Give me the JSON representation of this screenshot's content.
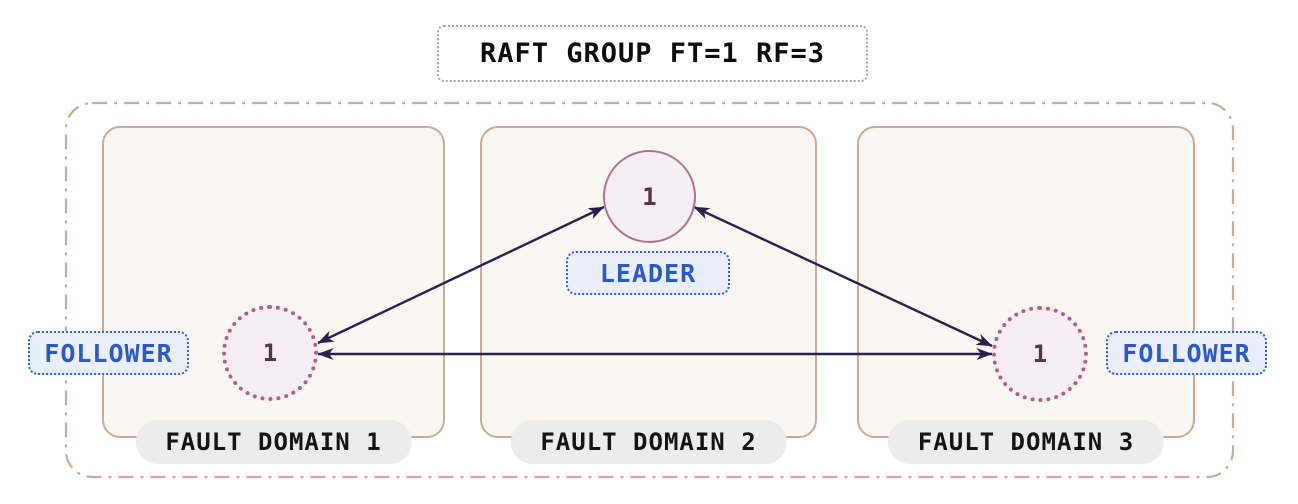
{
  "title": {
    "label": "RAFT GROUP FT=1 RF=3"
  },
  "group": {
    "fault_tolerance": "FT=1",
    "replication_factor": "RF=3"
  },
  "fault_domains": [
    {
      "label": "FAULT DOMAIN 1",
      "node": {
        "value": "1",
        "role": "FOLLOWER"
      }
    },
    {
      "label": "FAULT DOMAIN 2",
      "node": {
        "value": "1",
        "role": "LEADER"
      }
    },
    {
      "label": "FAULT DOMAIN 3",
      "node": {
        "value": "1",
        "role": "FOLLOWER"
      }
    }
  ],
  "edges": [
    {
      "from": "follower-fd1",
      "to": "leader-fd2",
      "bidirectional": true
    },
    {
      "from": "leader-fd2",
      "to": "follower-fd3",
      "bidirectional": true
    },
    {
      "from": "follower-fd1",
      "to": "follower-fd3",
      "bidirectional": true
    }
  ],
  "colors": {
    "boundary_tan": "#c9ab97",
    "box_fill": "#faf6f2",
    "pill_bg": "#ececec",
    "arrow_navy": "#29204e",
    "badge_bg": "#e9effc",
    "badge_border_blue": "#2f62cd",
    "badge_text_blue": "#2b5ac5",
    "node_fill": "#f7eef3",
    "leader_border": "#aa7490",
    "follower_border": "#a96287",
    "node_text": "#553449",
    "title_border_gray": "#a8a8a8"
  }
}
